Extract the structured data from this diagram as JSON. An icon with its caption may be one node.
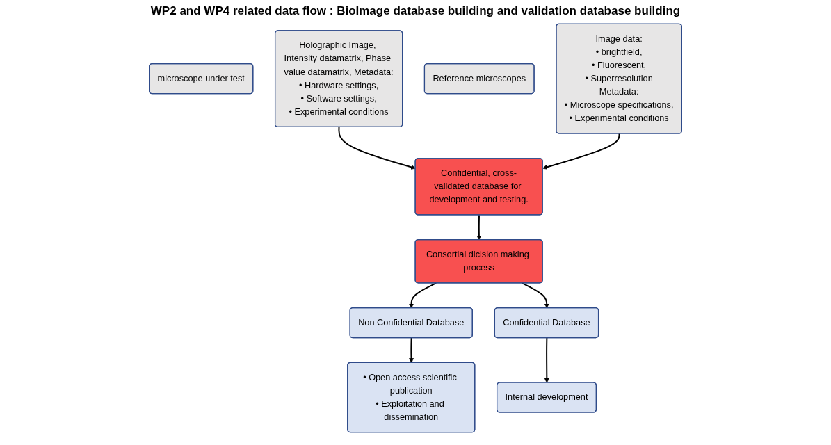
{
  "diagram": {
    "title": "WP2 and WP4 related data flow : BioImage database building and validation database building",
    "nodes": [
      {
        "text": [
          "microscope under test"
        ]
      },
      {
        "text": [
          "Holographic Image, Intensity datamatrix, Phase value datamatrix, Metadata:",
          "• Hardware settings,",
          "• Software settings,",
          "• Experimental conditions"
        ]
      },
      {
        "text": [
          "Reference microscopes"
        ]
      },
      {
        "text": [
          "Image data:",
          "• brightfield,",
          "• Fluorescent,",
          "• Superresolution",
          "Metadata:",
          "• Microscope specifications,",
          "• Experimental conditions"
        ]
      },
      {
        "text": [
          "Confidential, cross-validated database for development and testing."
        ]
      },
      {
        "text": [
          "Consortial dicision making process"
        ]
      },
      {
        "text": [
          "Non Confidential Database"
        ]
      },
      {
        "text": [
          "Confidential Database"
        ]
      },
      {
        "text": [
          "• Open access scientific publication",
          "• Exploitation and dissemination"
        ]
      },
      {
        "text": [
          "Internal development"
        ]
      }
    ],
    "edges": [
      {
        "from": 1,
        "to": 4,
        "arrow": "to"
      },
      {
        "from": 3,
        "to": 4,
        "arrow": "to"
      },
      {
        "from": 4,
        "to": 5,
        "arrow": "to"
      },
      {
        "from": 5,
        "to": 6,
        "arrow": "to"
      },
      {
        "from": 5,
        "to": 7,
        "arrow": "to"
      },
      {
        "from": 6,
        "to": 8,
        "arrow": "to"
      },
      {
        "from": 7,
        "to": 9,
        "arrow": "to"
      }
    ]
  }
}
